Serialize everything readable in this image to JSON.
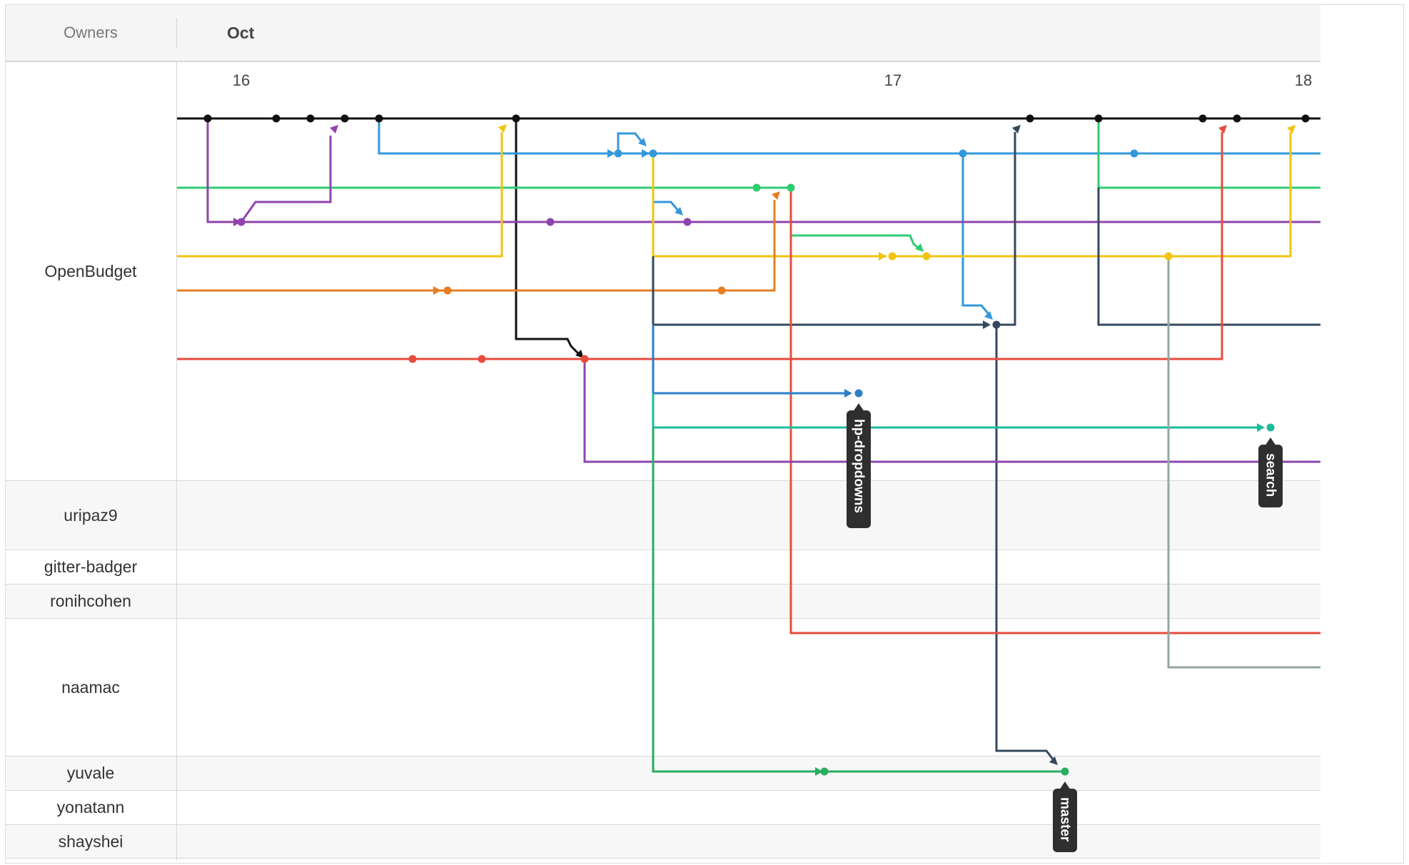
{
  "header": {
    "owners_label": "Owners",
    "month_label": "Oct"
  },
  "day_ticks": [
    "16",
    "17",
    "18"
  ],
  "owners": [
    {
      "name": "OpenBudget"
    },
    {
      "name": "uripaz9"
    },
    {
      "name": "gitter-badger"
    },
    {
      "name": "ronihcohen"
    },
    {
      "name": "naamac"
    },
    {
      "name": "yuvale"
    },
    {
      "name": "yonatann"
    },
    {
      "name": "shayshei"
    }
  ],
  "branch_labels": {
    "hp_dropdowns": "hp-dropdowns",
    "search": "search",
    "master": "master"
  },
  "colors": {
    "black": "#111111",
    "blue": "#3498db",
    "green": "#2ecc71",
    "purple": "#8e44ad",
    "yellow": "#f1c40f",
    "orange": "#e67e22",
    "red": "#e74c3c",
    "navy": "#34495e",
    "darkblue": "#2a7fc7",
    "teal": "#1abc9c",
    "dkgreen": "#27ae60",
    "gray": "#95a5a6",
    "badge": "#2f2f2f"
  }
}
